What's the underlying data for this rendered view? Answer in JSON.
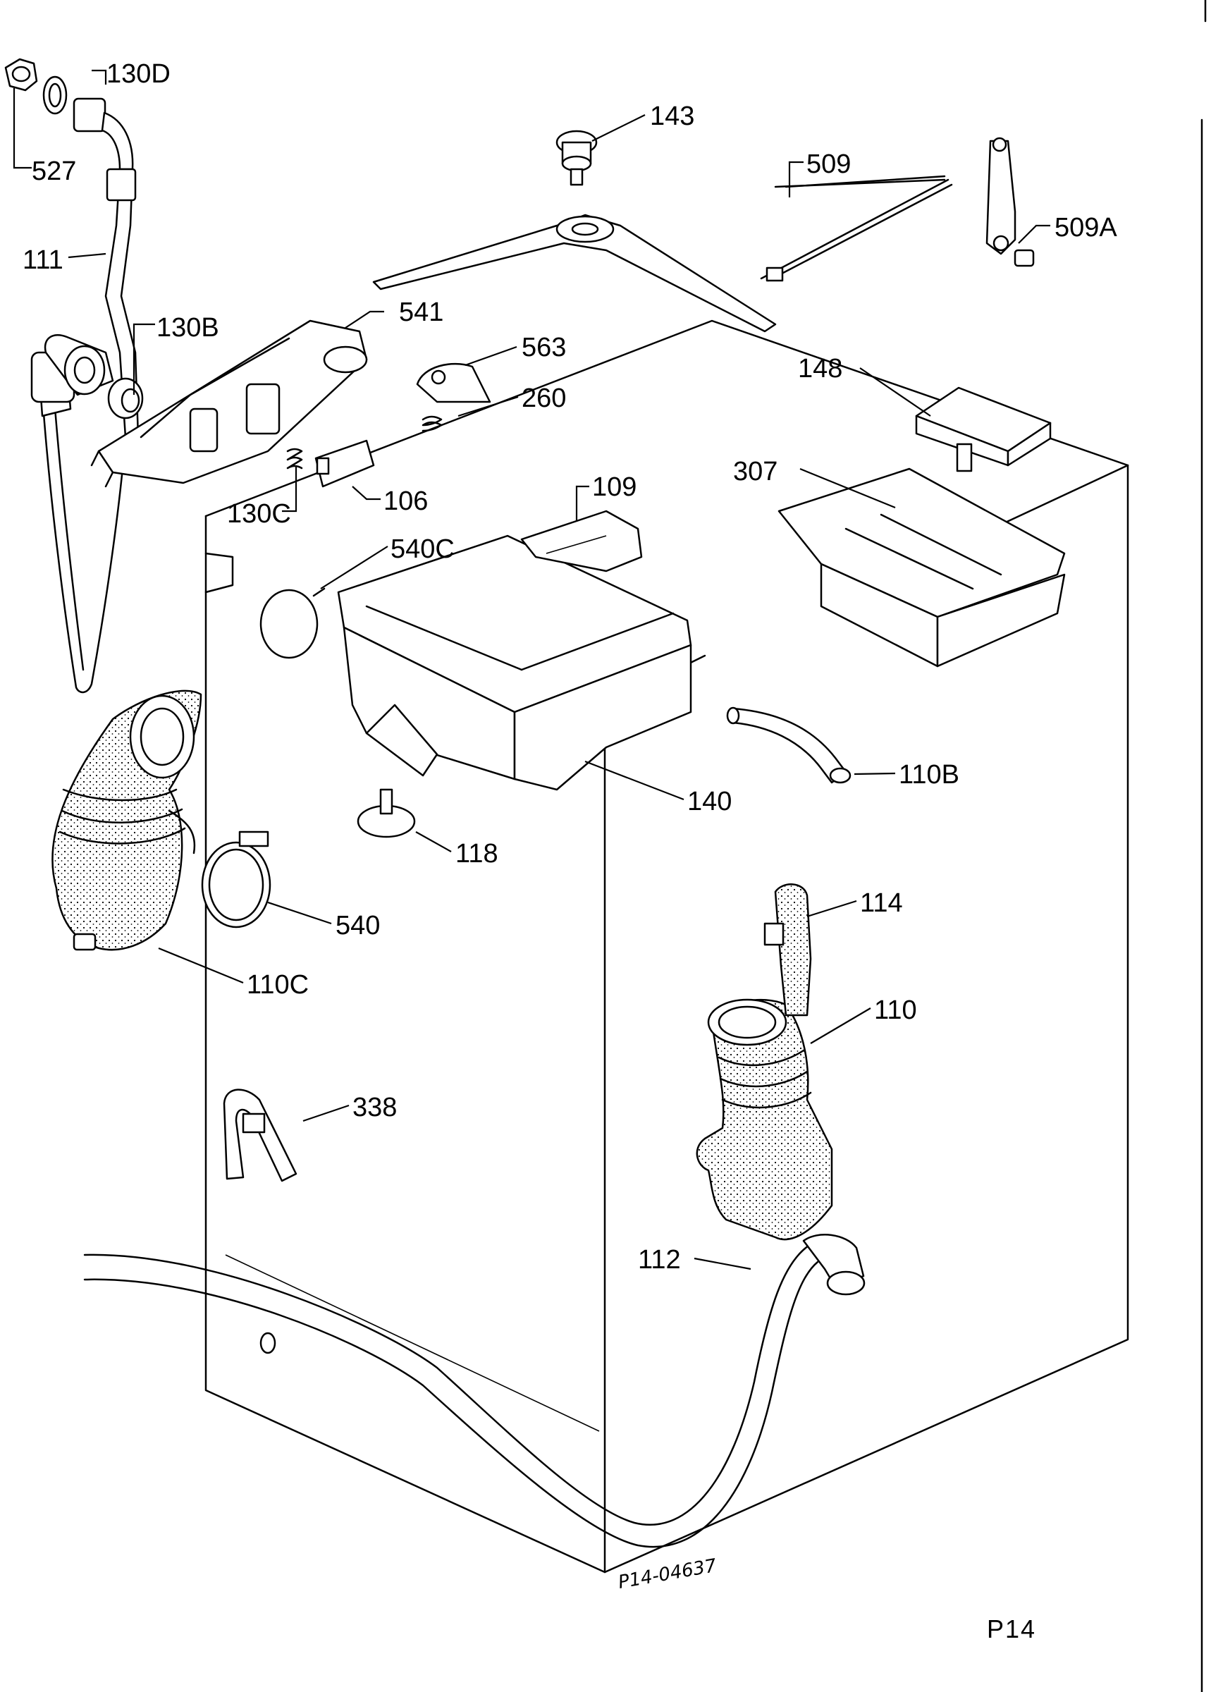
{
  "labels": {
    "p130d": "130D",
    "p527": "527",
    "p111": "111",
    "p130b": "130B",
    "p541": "541",
    "p143": "143",
    "p509": "509",
    "p509a": "509A",
    "p563": "563",
    "p260": "260",
    "p148": "148",
    "p307": "307",
    "p130c": "130C",
    "p106": "106",
    "p109": "109",
    "p540c": "540C",
    "p110b": "110B",
    "p140": "140",
    "p118": "118",
    "p540": "540",
    "p110c": "110C",
    "p114": "114",
    "p110": "110",
    "p338": "338",
    "p112": "112"
  },
  "drawing_code": "P14-04637",
  "page_number": "P14",
  "colors": {
    "ink": "#000000",
    "paper": "#ffffff"
  }
}
